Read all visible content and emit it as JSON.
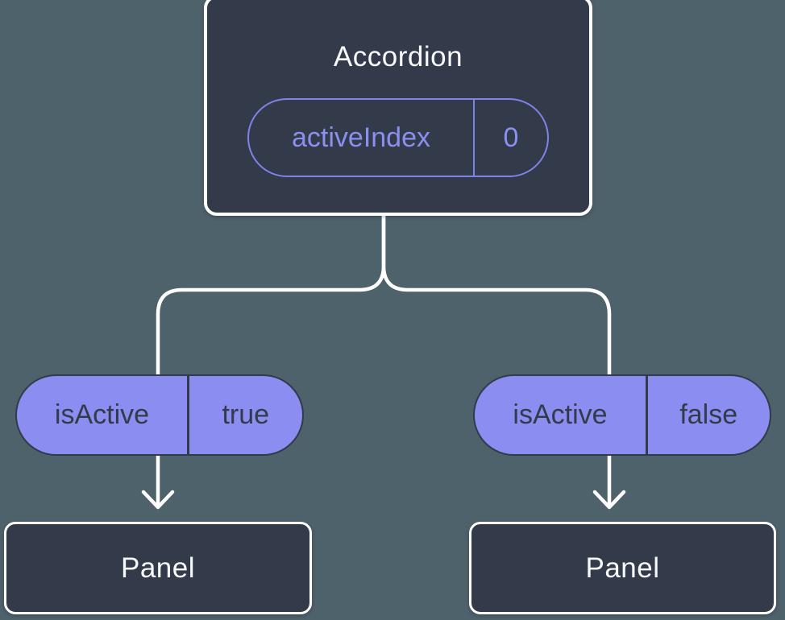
{
  "diagram": {
    "type": "component-tree",
    "root": {
      "title": "Accordion",
      "state": {
        "name": "activeIndex",
        "value": "0"
      }
    },
    "children": [
      {
        "prop": {
          "name": "isActive",
          "value": "true"
        },
        "node": {
          "title": "Panel"
        }
      },
      {
        "prop": {
          "name": "isActive",
          "value": "false"
        },
        "node": {
          "title": "Panel"
        }
      }
    ]
  },
  "colors": {
    "background": "#4e626c",
    "node_fill": "#333a49",
    "node_border": "#ffffff",
    "pill_fill": "#8b8df0",
    "pill_text": "#333a49",
    "state_outline": "#7e83e8",
    "state_text": "#8b8fee",
    "connector": "#ffffff",
    "title_text": "#f7f8fa"
  }
}
